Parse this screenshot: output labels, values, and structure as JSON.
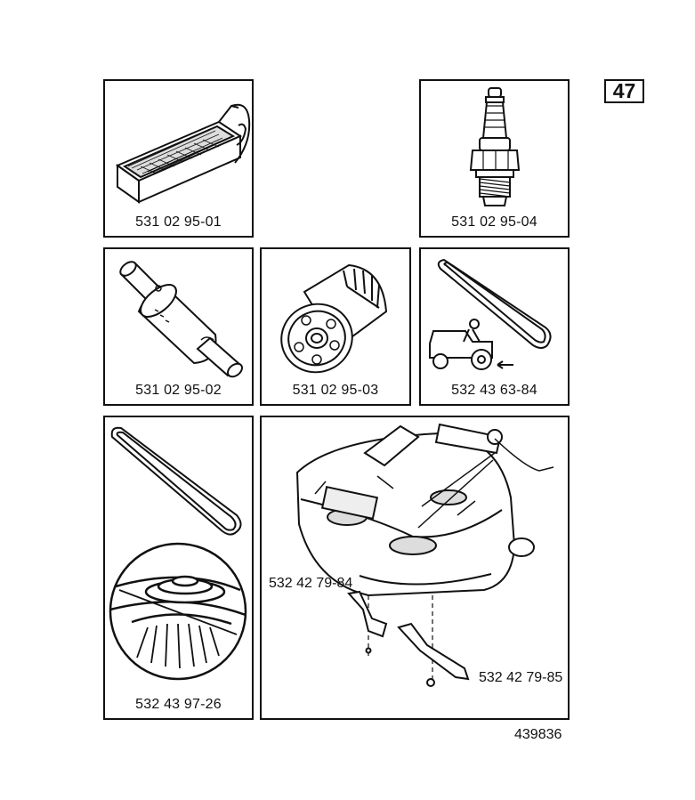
{
  "page_badge": "47",
  "reference_number": "439836",
  "parts": {
    "air_filter": "531 02 95-01",
    "spark_plug": "531 02 95-04",
    "fuel_filter": "531 02 95-02",
    "oil_filter": "531 02 95-03",
    "drive_belt": "532 43 63-84",
    "deck_belt_pulley": "532 43 97-26",
    "blade_left": "532 42 79-84",
    "blade_right": "532 42 79-85"
  },
  "icons": [
    "air-filter-icon",
    "spark-plug-icon",
    "fuel-filter-icon",
    "oil-filter-icon",
    "drive-belt-icon",
    "tractor-icon",
    "deck-belt-icon",
    "pulley-icon",
    "mower-deck-icon",
    "mower-blade-icon"
  ]
}
